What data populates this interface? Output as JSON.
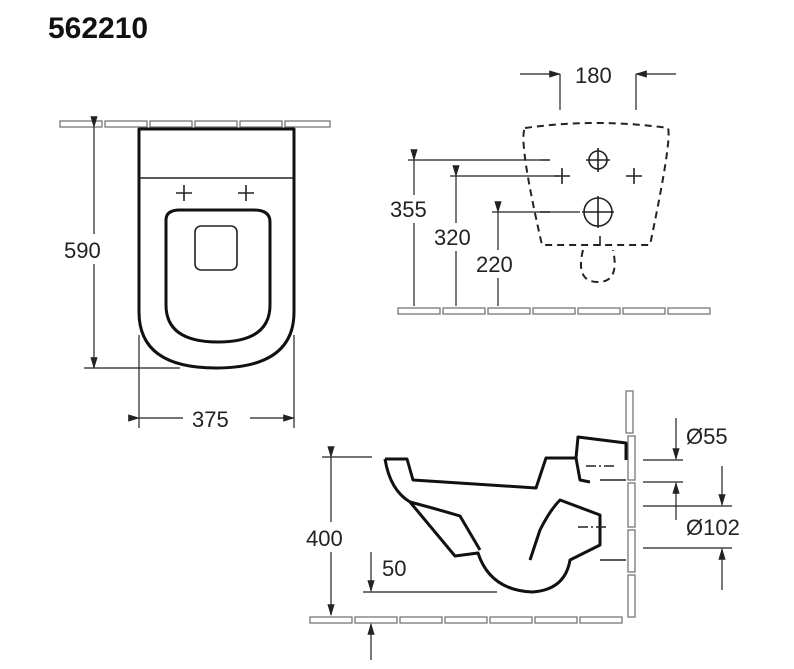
{
  "title": "562210",
  "top_view": {
    "depth": "590",
    "width": "375"
  },
  "rear_view": {
    "fixing_width": "180",
    "height_1": "355",
    "height_2": "320",
    "height_3": "220"
  },
  "side_view": {
    "rim_height": "400",
    "offset": "50",
    "inlet_diameter": "Ø55",
    "outlet_diameter": "Ø102"
  }
}
